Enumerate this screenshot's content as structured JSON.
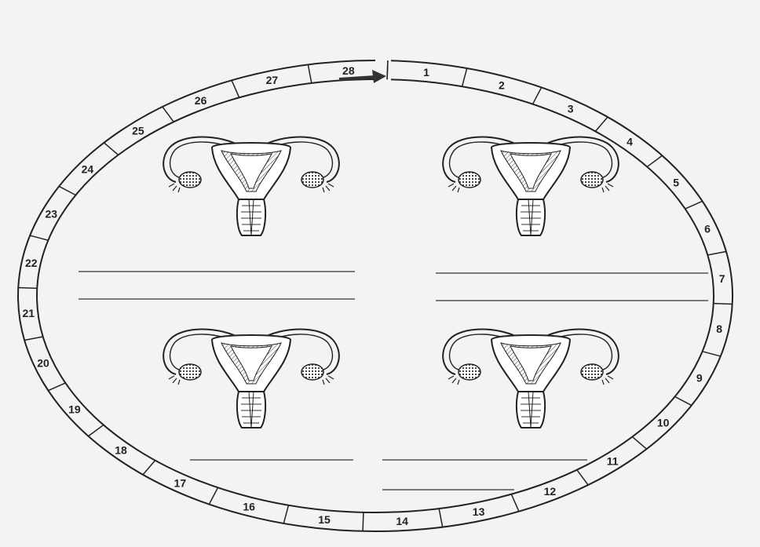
{
  "cycle": {
    "days": [
      "1",
      "2",
      "3",
      "4",
      "5",
      "6",
      "7",
      "8",
      "9",
      "10",
      "11",
      "12",
      "13",
      "14",
      "15",
      "16",
      "17",
      "18",
      "19",
      "20",
      "21",
      "22",
      "23",
      "24",
      "25",
      "26",
      "27",
      "28"
    ]
  },
  "colors": {
    "background": "#f3f3f6",
    "ink": "#222222",
    "arrow": "#333333"
  },
  "icons": {
    "start_arrow": "arrow-right-icon",
    "uterus": "uterus-diagram-icon"
  }
}
